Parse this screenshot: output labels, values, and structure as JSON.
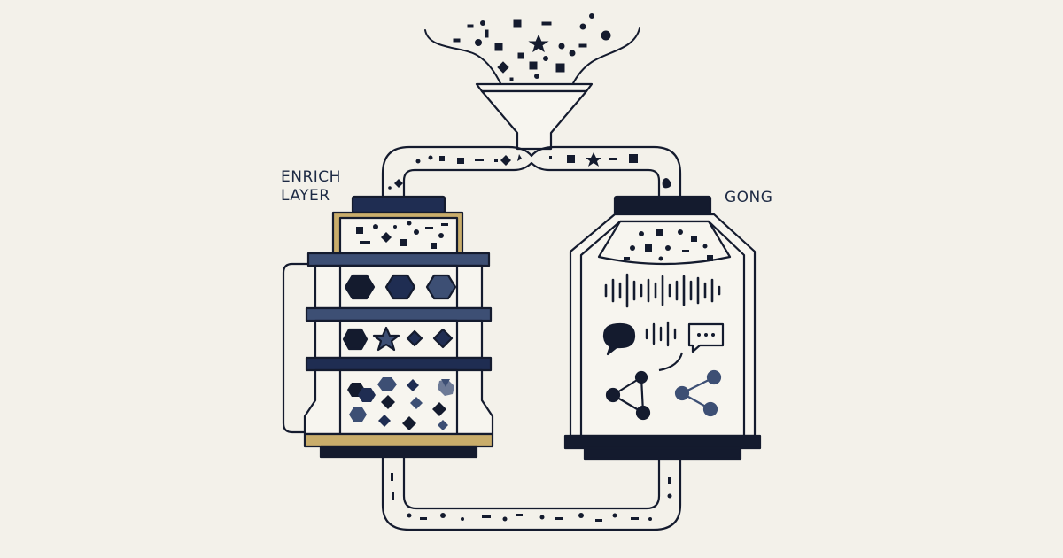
{
  "labels": {
    "enrich_line1": "ENRICH",
    "enrich_line2": "LAYER",
    "gong": "GONG"
  },
  "colors": {
    "background": "#f3f1ea",
    "ink": "#141b2e",
    "navy": "#1f2d52",
    "slate": "#3d4f74",
    "gold": "#c9ad6b",
    "panel": "#f7f5ef"
  },
  "icons": [
    "funnel-icon",
    "pipe-icon",
    "enrich-layer-machine-icon",
    "gong-machine-icon",
    "hexagon-icon",
    "star-icon",
    "diamond-icon",
    "soundwave-icon",
    "speech-bubble-icon",
    "chat-bubble-icon",
    "network-graph-icon"
  ]
}
